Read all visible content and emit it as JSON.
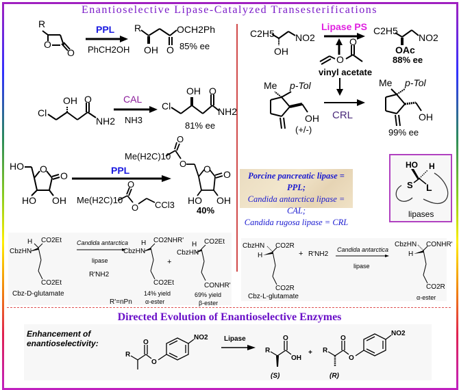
{
  "title": "Enantioselective Lipase-Catalyzed Transesterifications",
  "reactions": {
    "r1": {
      "substrate_label": "R",
      "reagent_top": "PPL",
      "reagent_bottom": "PhCH2OH",
      "product_group": "OCH2Ph",
      "product_r": "R",
      "product_oh": "OH",
      "product_o": "O",
      "ee": "85% ee"
    },
    "r2": {
      "substrate_cl": "Cl",
      "substrate_oh": "OH",
      "substrate_o": "O",
      "substrate_nh2": "NH2",
      "reagent_top": "CAL",
      "reagent_bottom": "NH3",
      "ee": "81% ee"
    },
    "r3": {
      "substrate_labels": [
        "HO",
        "O",
        "O",
        "HO",
        "OH"
      ],
      "reagent_top": "PPL",
      "reagent_bottom_chain": "Me(H2C)10",
      "reagent_bottom_tail": "CCl3",
      "product_chain": "Me(H2C)10",
      "yield": "40%"
    },
    "r4": {
      "substrate_left": "C2H5",
      "substrate_right": "NO2",
      "substrate_oh": "OH",
      "reagent_top": "Lipase PS",
      "reagent_label": "vinyl acetate",
      "product_group": "OAc",
      "ee": "88% ee"
    },
    "r5": {
      "me": "Me",
      "ptol": "p-Tol",
      "oh": "OH",
      "racemic": "(+/-)",
      "reagent": "CRL",
      "ee": "99% ee"
    }
  },
  "legend": {
    "lines": [
      "Porcine pancreatic lipase = PPL;",
      "Candida antarctica lipase = CAL;",
      "Candida rugosa lipase = CRL"
    ]
  },
  "lipase_model": {
    "ho": "HO",
    "h": "H",
    "s": "S",
    "l": "L",
    "caption": "lipases"
  },
  "glutamate_d": {
    "reagent_top": "Candida antarctica",
    "reagent_mid": "lipase",
    "reagent_bottom": "R'NH2",
    "substrate_name": "Cbz-D-glutamate",
    "r_def": "R'=nPn",
    "product1_yield": "14% yield",
    "product1_name": "α-ester",
    "product2_yield": "69% yield",
    "product2_name": "β-ester",
    "co2et": "CO2Et",
    "cbzhn": "CbzHN",
    "co2nhr": "CO2NHR'",
    "conhr": "CONHR'",
    "h": "H"
  },
  "glutamate_l": {
    "reagent_top": "Candida antarctica",
    "reagent_bottom": "lipase",
    "amine": "R'NH2",
    "plus": "+",
    "substrate_name": "Cbz-L-glutamate",
    "product_name": "α-ester",
    "co2r": "CO2R",
    "cbzhn": "CbzHN",
    "conhr": "CONHR'",
    "h": "H"
  },
  "directed_evolution": {
    "title": "Directed Evolution of Enantioselective Enzymes",
    "heading_line1": "Enhancement of",
    "heading_line2": "enantioselectivity:",
    "reagent": "Lipase",
    "product_s": "(S)",
    "product_r": "(R)",
    "plus": "+",
    "r": "R",
    "o": "O",
    "oh": "OH",
    "no2": "NO2"
  }
}
